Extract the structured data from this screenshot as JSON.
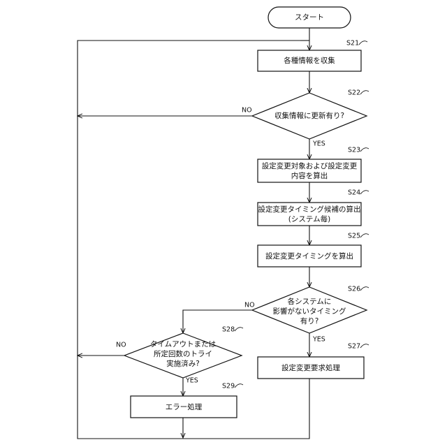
{
  "start": {
    "label": "スタート"
  },
  "steps": {
    "s21": {
      "id": "S21",
      "label": "各種情報を収集"
    },
    "s22": {
      "id": "S22",
      "label": "収集情報に更新有り?"
    },
    "s23": {
      "id": "S23",
      "lines": [
        "設定変更対象および設定変更",
        "内容を算出"
      ]
    },
    "s24": {
      "id": "S24",
      "lines": [
        "設定変更タイミング候補の算出",
        "(システム毎)"
      ]
    },
    "s25": {
      "id": "S25",
      "label": "設定変更タイミングを算出"
    },
    "s26": {
      "id": "S26",
      "lines": [
        "各システムに",
        "影響がないタイミング",
        "有り?"
      ]
    },
    "s27": {
      "id": "S27",
      "label": "設定変更要求処理"
    },
    "s28": {
      "id": "S28",
      "lines": [
        "タイムアウトまたは",
        "所定回数のトライ",
        "実施済み?"
      ]
    },
    "s29": {
      "id": "S29",
      "label": "エラー処理"
    }
  },
  "branches": {
    "s22_no": "NO",
    "s22_yes": "YES",
    "s26_no": "NO",
    "s26_yes": "YES",
    "s28_no": "NO",
    "s28_yes": "YES"
  }
}
